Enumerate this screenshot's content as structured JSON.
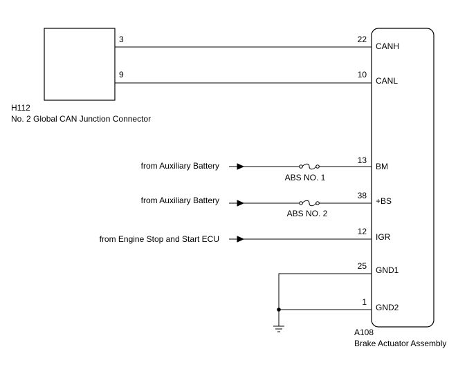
{
  "connector_h112": {
    "id": "H112",
    "name": "No. 2 Global CAN Junction Connector",
    "pins": [
      {
        "number": "3"
      },
      {
        "number": "9"
      }
    ]
  },
  "component_a108": {
    "id": "A108",
    "name": "Brake Actuator Assembly",
    "pins": [
      {
        "number": "22",
        "label": "CANH"
      },
      {
        "number": "10",
        "label": "CANL"
      },
      {
        "number": "13",
        "label": "BM"
      },
      {
        "number": "38",
        "label": "+BS"
      },
      {
        "number": "12",
        "label": "IGR"
      },
      {
        "number": "25",
        "label": "GND1"
      },
      {
        "number": "1",
        "label": "GND2"
      }
    ]
  },
  "sources": [
    {
      "text": "from Auxiliary Battery",
      "fuse": "ABS NO. 1"
    },
    {
      "text": "from Auxiliary Battery",
      "fuse": "ABS NO. 2"
    },
    {
      "text": "from Engine Stop and Start ECU"
    }
  ],
  "colors": {
    "line": "#000000",
    "background": "#ffffff"
  }
}
